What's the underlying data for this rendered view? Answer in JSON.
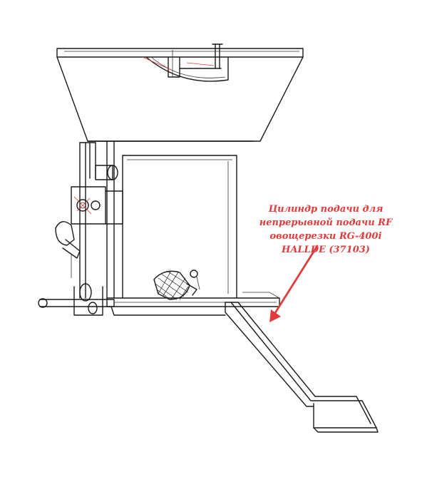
{
  "caption": {
    "lines": [
      "Цилиндр подачи для",
      "непрерывной подачи RF",
      "овощерезки RG-400i",
      "HALLDE (37103)"
    ]
  },
  "colors": {
    "accent": "#e23b3b",
    "outline": "#1a1a1a"
  }
}
